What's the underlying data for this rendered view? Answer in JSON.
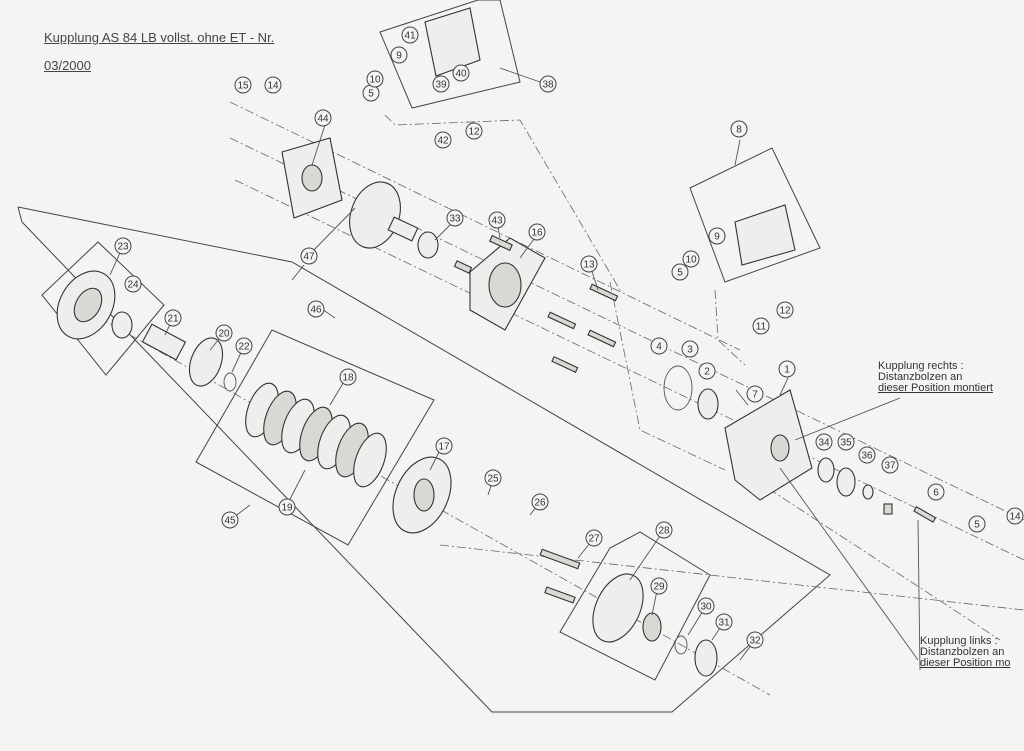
{
  "header": {
    "title": "Kupplung AS 84 LB vollst. ohne ET - Nr.",
    "date": "03/2000"
  },
  "notes": {
    "right": [
      "Kupplung rechts :",
      "Distanzbolzen an",
      "dieser Position montiert"
    ],
    "left": [
      "Kupplung links :",
      "Distanzbolzen an",
      "dieser Position mo"
    ]
  },
  "callouts": [
    "1",
    "2",
    "3",
    "4",
    "5",
    "5",
    "5",
    "6",
    "7",
    "8",
    "9",
    "9",
    "10",
    "10",
    "11",
    "12",
    "12",
    "13",
    "14",
    "14",
    "15",
    "16",
    "17",
    "18",
    "19",
    "20",
    "21",
    "22",
    "23",
    "24",
    "25",
    "26",
    "27",
    "28",
    "29",
    "30",
    "31",
    "32",
    "33",
    "34",
    "35",
    "36",
    "37",
    "38",
    "39",
    "40",
    "41",
    "42",
    "43",
    "44",
    "45",
    "46",
    "47"
  ]
}
